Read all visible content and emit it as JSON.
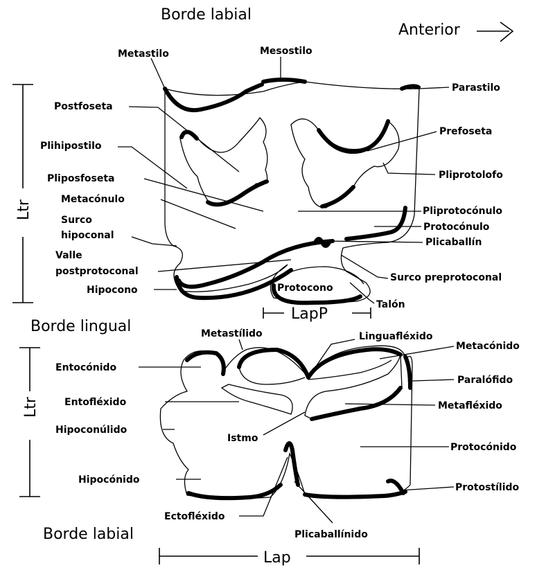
{
  "headings": {
    "top_labial": "Borde labial",
    "anterior": "Anterior",
    "lingual": "Borde lingual",
    "bottom_labial": "Borde labial"
  },
  "measures": {
    "ltr_upper": "Ltr",
    "ltr_lower": "Ltr",
    "lapp": "LapP",
    "lap": "Lap"
  },
  "upper_tooth": {
    "metastilo": "Metastilo",
    "mesostilo": "Mesostilo",
    "parastilo": "Parastilo",
    "postfoseta": "Postfoseta",
    "prefoseta": "Prefoseta",
    "plihipostilo": "Plihipostilo",
    "pliprotolofo": "Pliprotolofo",
    "pliposfoseta": "Pliposfoseta",
    "metaconulo": "Metacónulo",
    "pliprotoconulo": "Pliprotocónulo",
    "surco_hipoconal_1": "Surco",
    "surco_hipoconal_2": "hipoconal",
    "protoconulo": "Protocónulo",
    "plicaballin": "Plicaballín",
    "valle_1": "Valle",
    "valle_2": "postprotoconal",
    "surco_preprotoconal": "Surco preprotoconal",
    "hipocono": "Hipocono",
    "protocono": "Protocono",
    "talon": "Talón"
  },
  "lower_tooth": {
    "metastilido": "Metastílido",
    "linguaflexido": "Linguafléxido",
    "metaconido": "Metacónido",
    "entoconido": "Entocónido",
    "paralofido": "Paralófido",
    "entoflexido": "Entofléxido",
    "metaflexido": "Metafléxido",
    "hipoconulido": "Hipoconúlido",
    "istmo": "Istmo",
    "protoconido": "Protocónido",
    "hipoconido": "Hipocónido",
    "protostilido": "Protostílido",
    "ectoflexido": "Ectofléxido",
    "plicaballinido": "Plicaballínido"
  }
}
